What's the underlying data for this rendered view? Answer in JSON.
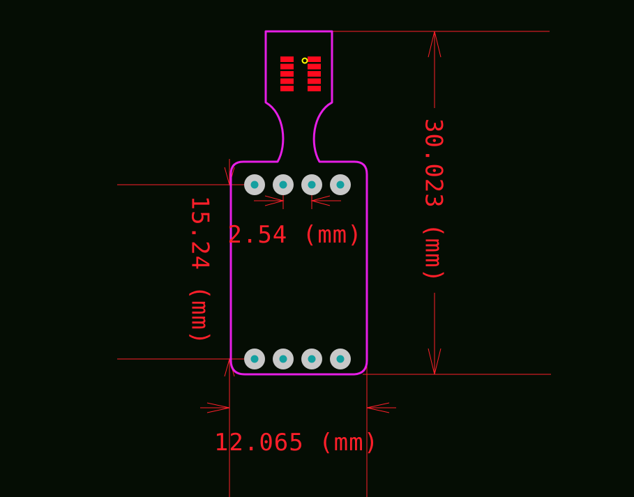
{
  "colors": {
    "background": "#050d04",
    "board_outline": "#e61ee6",
    "dimension": "#ff1f2a",
    "pad_ring": "#c8c8c8",
    "drill": "#14a0a0",
    "smd_pad": "#ff0a1e",
    "marker": "#ffff00"
  },
  "dimensions": {
    "board_height": "30.023 (mm)",
    "pad_row_spacing": "15.24 (mm)",
    "pin_pitch": "2.54 (mm)",
    "board_width": "12.065 (mm)"
  },
  "pads": {
    "top_row_count": 4,
    "bottom_row_count": 4
  },
  "smd": {
    "columns": 2,
    "pads_per_column": 5
  }
}
